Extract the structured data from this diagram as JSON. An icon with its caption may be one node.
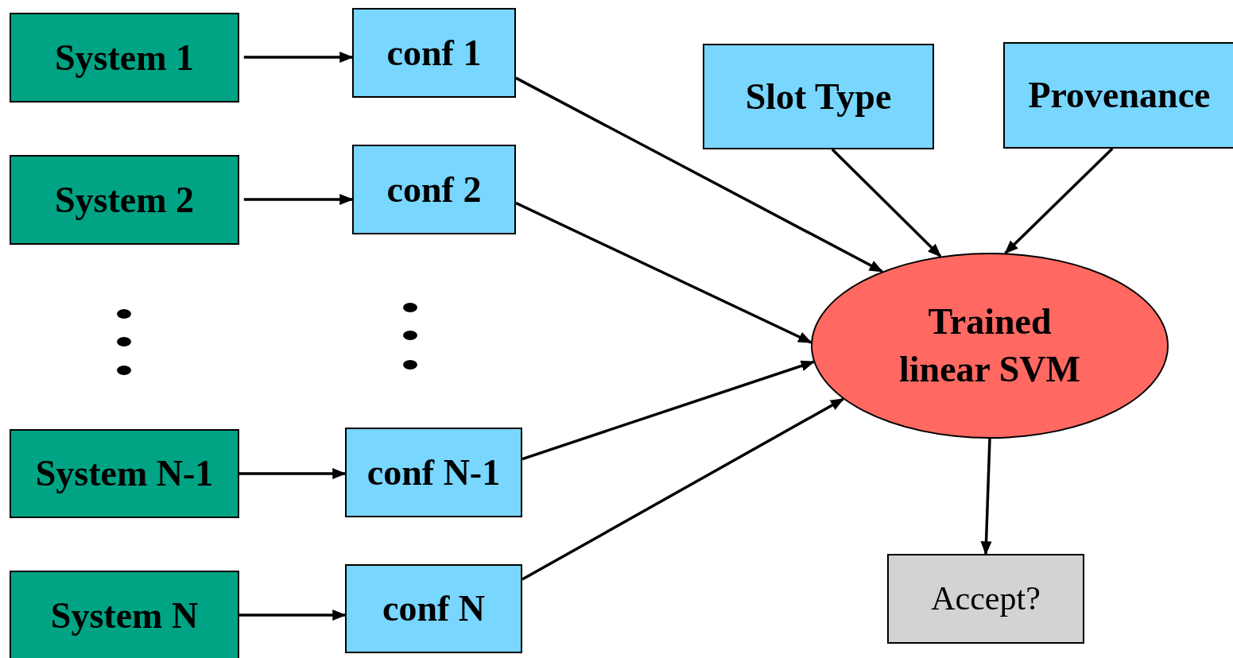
{
  "diagram": {
    "nodes": [
      {
        "text": [
          "System 1"
        ]
      },
      {
        "text": [
          "conf 1"
        ]
      },
      {
        "text": [
          "System 2"
        ]
      },
      {
        "text": [
          "conf 2"
        ]
      },
      {
        "text": [
          "System N-1"
        ]
      },
      {
        "text": [
          "conf N-1"
        ]
      },
      {
        "text": [
          "System N"
        ]
      },
      {
        "text": [
          "conf N"
        ]
      },
      {
        "text": [
          "Slot Type"
        ]
      },
      {
        "text": [
          "Provenance"
        ]
      },
      {
        "text": [
          "Trained linear SVM"
        ]
      },
      {
        "text": [
          "Accept?"
        ]
      }
    ],
    "edges": [
      {
        "from": 0,
        "to": 1,
        "arrow": "to"
      },
      {
        "from": 2,
        "to": 3,
        "arrow": "to"
      },
      {
        "from": 4,
        "to": 5,
        "arrow": "to"
      },
      {
        "from": 6,
        "to": 7,
        "arrow": "to"
      },
      {
        "from": 1,
        "to": 10,
        "arrow": "to"
      },
      {
        "from": 3,
        "to": 10,
        "arrow": "to"
      },
      {
        "from": 5,
        "to": 10,
        "arrow": "to"
      },
      {
        "from": 7,
        "to": 10,
        "arrow": "to"
      },
      {
        "from": 8,
        "to": 10,
        "arrow": "to"
      },
      {
        "from": 9,
        "to": 10,
        "arrow": "to"
      },
      {
        "from": 10,
        "to": 11,
        "arrow": "to"
      }
    ]
  }
}
